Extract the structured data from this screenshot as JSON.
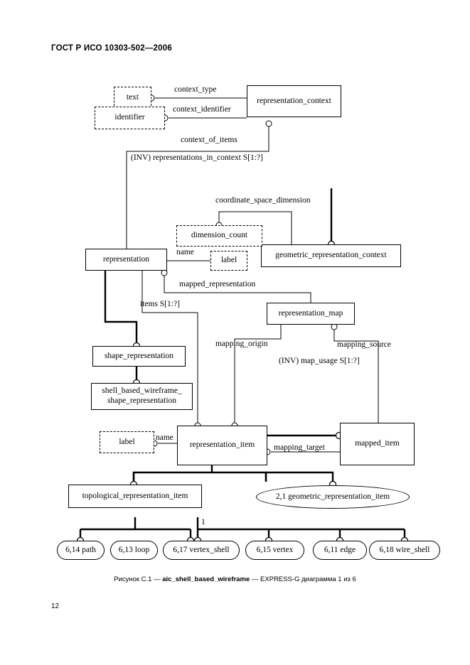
{
  "header": {
    "standard_title": "ГОСТ Р ИСО 10303-502—2006"
  },
  "page_number": "12",
  "caption": {
    "prefix": "Рисунок C.1 — ",
    "schema_name": "aic_shell_based_wireframe",
    "suffix": " — EXPRESS-G диаграмма 1 из 6"
  },
  "diagram": {
    "type": "EXPRESS-G",
    "entities": [
      {
        "id": "text",
        "label": "text",
        "style": "dashed-rect"
      },
      {
        "id": "identifier",
        "label": "identifier",
        "style": "dashed-rect"
      },
      {
        "id": "representation_context",
        "label": "representation_context",
        "style": "rect"
      },
      {
        "id": "geometric_representation_context",
        "label": "geometric_representation_context",
        "style": "rect"
      },
      {
        "id": "dimension_count",
        "label": "dimension_count",
        "style": "dashed-rect"
      },
      {
        "id": "representation",
        "label": "representation",
        "style": "rect"
      },
      {
        "id": "label_1",
        "label": "label",
        "style": "dashed-rect"
      },
      {
        "id": "representation_map",
        "label": "representation_map",
        "style": "rect"
      },
      {
        "id": "shape_representation",
        "label": "shape_representation",
        "style": "rect"
      },
      {
        "id": "shell_based_wireframe_shape_representation",
        "label": "shell_based_wireframe_\nshape_representation",
        "style": "rect"
      },
      {
        "id": "label_2",
        "label": "label",
        "style": "dashed-rect"
      },
      {
        "id": "representation_item",
        "label": "representation_item",
        "style": "rect"
      },
      {
        "id": "mapped_item",
        "label": "mapped_item",
        "style": "rect"
      },
      {
        "id": "topological_representation_item",
        "label": "topological_representation_item",
        "style": "rect"
      },
      {
        "id": "geometric_representation_item",
        "label": "2,1 geometric_representation_item",
        "style": "oval"
      },
      {
        "id": "path",
        "label": "6,14 path",
        "style": "rounded"
      },
      {
        "id": "loop",
        "label": "6,13 loop",
        "style": "rounded"
      },
      {
        "id": "vertex_shell",
        "label": "6,17 vertex_shell",
        "style": "rounded"
      },
      {
        "id": "vertex",
        "label": "6,15 vertex",
        "style": "rounded"
      },
      {
        "id": "edge",
        "label": "6,11 edge",
        "style": "rounded"
      },
      {
        "id": "wire_shell",
        "label": "6,18 wire_shell",
        "style": "rounded"
      }
    ],
    "relations": [
      {
        "id": "context_type",
        "label": "context_type"
      },
      {
        "id": "context_identifier",
        "label": "context_identifier"
      },
      {
        "id": "context_of_items",
        "label": "context_of_items"
      },
      {
        "id": "representations_in_context",
        "label": "(INV) representations_in_context S[1:?]"
      },
      {
        "id": "coordinate_space_dimension",
        "label": "coordinate_space_dimension"
      },
      {
        "id": "name_1",
        "label": "name"
      },
      {
        "id": "mapped_representation",
        "label": "mapped_representation"
      },
      {
        "id": "items",
        "label": "items S[1:?]"
      },
      {
        "id": "mapping_origin",
        "label": "mapping_origin"
      },
      {
        "id": "mapping_source",
        "label": "mapping_source"
      },
      {
        "id": "map_usage",
        "label": "(INV) map_usage S[1:?]"
      },
      {
        "id": "name_2",
        "label": "name"
      },
      {
        "id": "mapping_target",
        "label": "mapping_target"
      },
      {
        "id": "page_ref_1",
        "label": "1"
      }
    ]
  }
}
